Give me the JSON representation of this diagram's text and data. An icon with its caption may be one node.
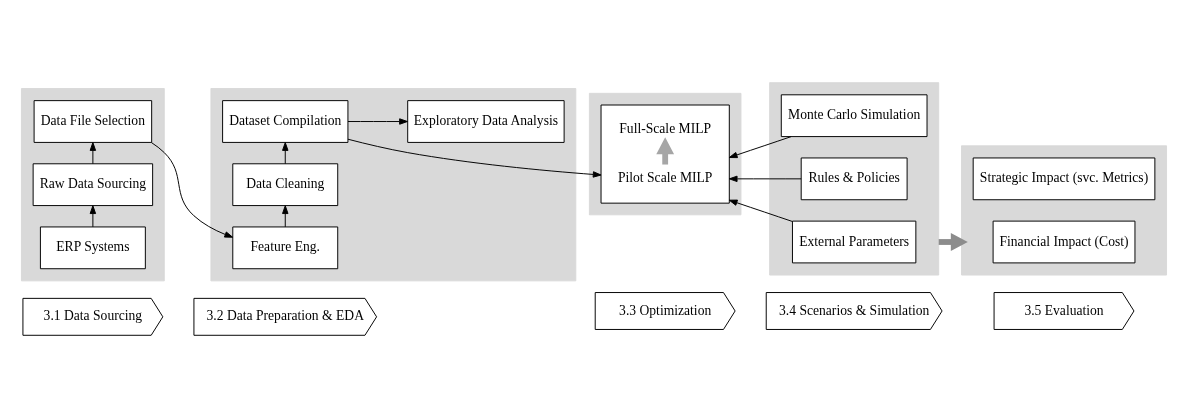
{
  "diagram": {
    "nodes": [
      {
        "text": [
          "3.1 Data Sourcing"
        ]
      },
      {
        "text": [
          "3.2 Data Preparation & EDA"
        ]
      },
      {
        "text": [
          "3.3 Optimization"
        ]
      },
      {
        "text": [
          "3.4 Scenarios & Simulation"
        ]
      },
      {
        "text": [
          "3.5 Evaluation"
        ]
      },
      {
        "text": [],
        "shape": "box"
      },
      {
        "text": [
          "ERP Systems"
        ],
        "in": 5
      },
      {
        "text": [
          "Raw Data Sourcing"
        ],
        "in": 5
      },
      {
        "text": [
          "Data File Selection"
        ],
        "in": 5
      },
      {
        "text": [],
        "shape": "box"
      },
      {
        "text": [
          "Feature Eng."
        ],
        "in": 9
      },
      {
        "text": [
          "Data Cleaning"
        ],
        "in": 9
      },
      {
        "text": [
          "Dataset Compilation"
        ],
        "in": 9
      },
      {
        "text": [
          "Exploratory Data Analysis"
        ],
        "in": 9
      },
      {
        "text": [],
        "shape": "box"
      },
      {
        "text": [],
        "shape": "box",
        "in": 14
      },
      {
        "text": [
          "Pilot Scale MILP"
        ],
        "in": 15
      },
      {
        "text": [
          "Full-Scale MILP"
        ],
        "in": 15
      },
      {
        "text": [],
        "shape": "box"
      },
      {
        "text": [
          "External Parameters"
        ],
        "in": 18
      },
      {
        "text": [
          "Rules & Policies"
        ],
        "in": 18
      },
      {
        "text": [
          "Monte Carlo Simulation"
        ],
        "in": 18
      },
      {
        "text": [],
        "shape": "box"
      },
      {
        "text": [
          "Financial Impact (Cost)"
        ],
        "in": 22
      },
      {
        "text": [
          "Strategic Impact (svc. Metrics)"
        ],
        "in": 22
      }
    ],
    "edges": [
      {
        "from": 6,
        "to": 7,
        "arrow": "to"
      },
      {
        "from": 7,
        "to": 8,
        "arrow": "to"
      },
      {
        "from": 8,
        "to": 10,
        "arrow": "to"
      },
      {
        "from": 10,
        "to": 11,
        "arrow": "to"
      },
      {
        "from": 11,
        "to": 12,
        "arrow": "to"
      },
      {
        "from": 12,
        "to": 13,
        "arrow": "to"
      },
      {
        "from": 12,
        "to": 15,
        "arrow": "to"
      },
      {
        "from": 16,
        "to": 17,
        "arrow": "to",
        "style": "thick",
        "color": "#a6a6a6"
      },
      {
        "from": 19,
        "to": 15,
        "arrow": "to"
      },
      {
        "from": 20,
        "to": 15,
        "arrow": "to"
      },
      {
        "from": 21,
        "to": 15,
        "arrow": "to"
      },
      {
        "from": 18,
        "to": 22,
        "arrow": "to",
        "style": "thick",
        "color": "#8c8c8c"
      }
    ]
  }
}
